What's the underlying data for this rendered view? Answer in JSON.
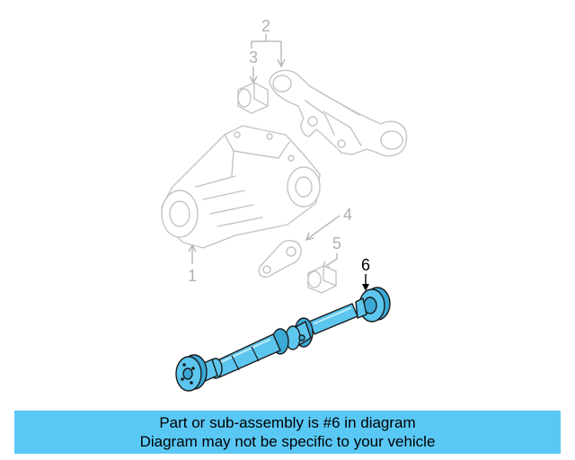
{
  "diagram": {
    "callouts": {
      "c1": "1",
      "c2": "2",
      "c3": "3",
      "c4": "4",
      "c5": "5",
      "c6": "6"
    },
    "highlight_color": "#5cc6ee",
    "ghost_color": "#c4c4c4"
  },
  "banner": {
    "line1": "Part or sub-assembly is #6 in diagram",
    "line2": "Diagram may not be specific to your vehicle",
    "background": "#5ac8f5"
  }
}
